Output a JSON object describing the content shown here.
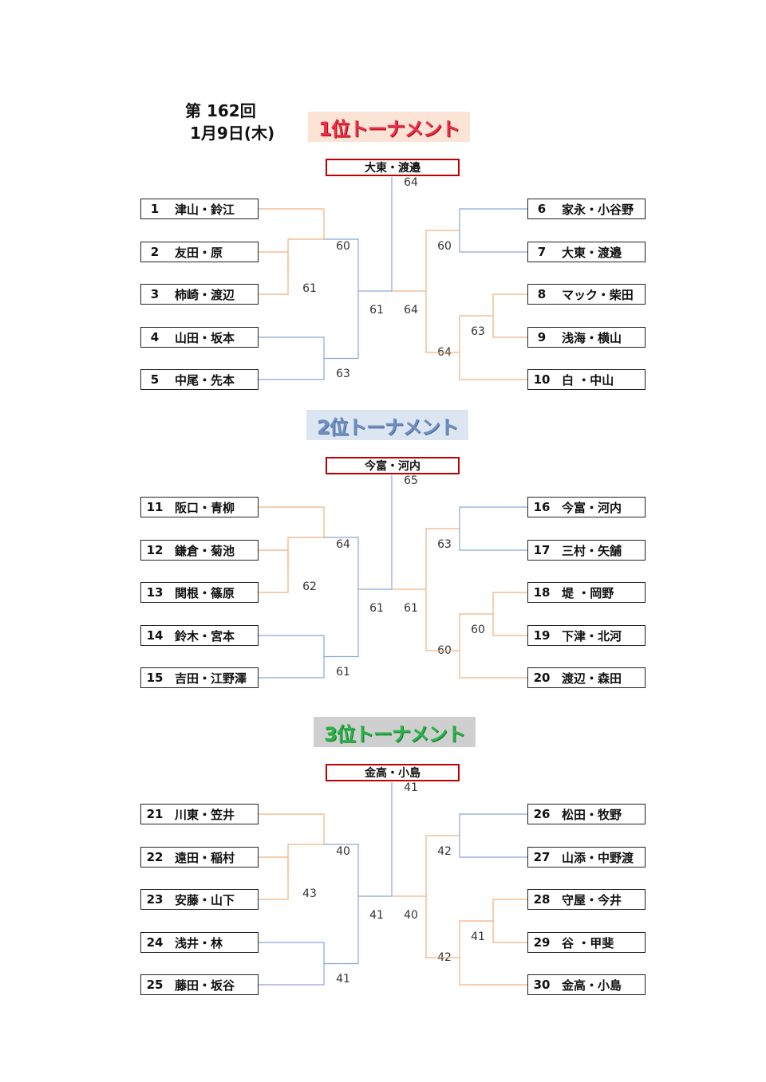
{
  "header": {
    "round": "第 162回",
    "date": "1月9日(木)"
  },
  "brackets": [
    {
      "title": "1位トーナメント",
      "champion": "大東・渡邉",
      "left": [
        {
          "num": "1",
          "name": "津山・鈴江"
        },
        {
          "num": "2",
          "name": "友田・原"
        },
        {
          "num": "3",
          "name": "柿崎・渡辺"
        },
        {
          "num": "4",
          "name": "山田・坂本"
        },
        {
          "num": "5",
          "name": "中尾・先本"
        }
      ],
      "right": [
        {
          "num": "6",
          "name": "家永・小谷野"
        },
        {
          "num": "7",
          "name": "大東・渡邉"
        },
        {
          "num": "8",
          "name": "マック・柴田"
        },
        {
          "num": "9",
          "name": "浅海・横山"
        },
        {
          "num": "10",
          "name": "白 ・中山"
        }
      ],
      "scores": {
        "s23": "61",
        "s123": "60",
        "s45": "63",
        "sLF": "61",
        "sRF": "64",
        "sF": "64",
        "s67": "60",
        "s89": "63",
        "s8910": "64"
      }
    },
    {
      "title": "2位トーナメント",
      "champion": "今富・河内",
      "left": [
        {
          "num": "11",
          "name": "阪口・青柳"
        },
        {
          "num": "12",
          "name": "鎌倉・菊池"
        },
        {
          "num": "13",
          "name": "関根・篠原"
        },
        {
          "num": "14",
          "name": "鈴木・宮本"
        },
        {
          "num": "15",
          "name": "吉田・江野澤"
        }
      ],
      "right": [
        {
          "num": "16",
          "name": "今富・河内"
        },
        {
          "num": "17",
          "name": "三村・矢舗"
        },
        {
          "num": "18",
          "name": "堤 ・岡野"
        },
        {
          "num": "19",
          "name": "下津・北河"
        },
        {
          "num": "20",
          "name": "渡辺・森田"
        }
      ],
      "scores": {
        "s23": "62",
        "s123": "64",
        "s45": "61",
        "sLF": "61",
        "sRF": "61",
        "sF": "65",
        "s67": "63",
        "s89": "60",
        "s8910": "60"
      }
    },
    {
      "title": "3位トーナメント",
      "champion": "金高・小島",
      "left": [
        {
          "num": "21",
          "name": "川東・笠井"
        },
        {
          "num": "22",
          "name": "遠田・稲村"
        },
        {
          "num": "23",
          "name": "安藤・山下"
        },
        {
          "num": "24",
          "name": "浅井・林"
        },
        {
          "num": "25",
          "name": "藤田・坂谷"
        }
      ],
      "right": [
        {
          "num": "26",
          "name": "松田・牧野"
        },
        {
          "num": "27",
          "name": "山添・中野渡"
        },
        {
          "num": "28",
          "name": "守屋・今井"
        },
        {
          "num": "29",
          "name": "谷 ・甲斐"
        },
        {
          "num": "30",
          "name": "金高・小島"
        }
      ],
      "scores": {
        "s23": "43",
        "s123": "40",
        "s45": "41",
        "sLF": "41",
        "sRF": "40",
        "sF": "41",
        "s67": "42",
        "s89": "41",
        "s8910": "42"
      }
    }
  ]
}
